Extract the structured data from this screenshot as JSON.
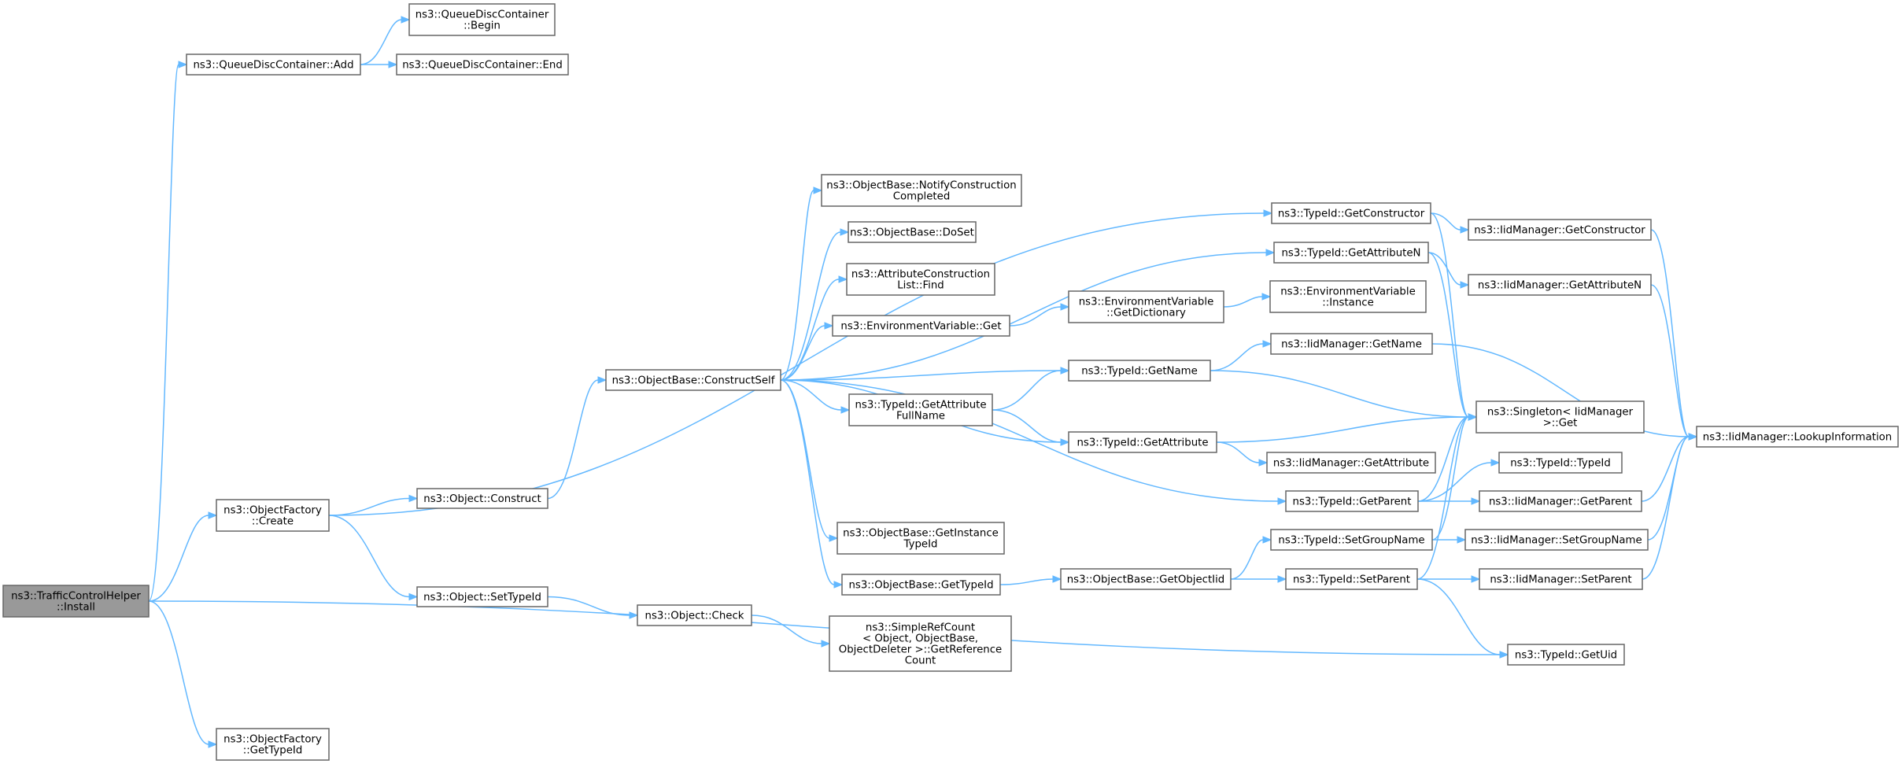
{
  "diagram": {
    "colors": {
      "edge": "#63b8ff",
      "node_border": "#666666",
      "node_fill": "#ffffff",
      "root_fill": "#999999"
    },
    "nodes": [
      {
        "id": "tch_install",
        "lines": [
          "ns3::TrafficControlHelper",
          "::Install"
        ],
        "root": true
      },
      {
        "id": "qdc_add",
        "lines": [
          "ns3::QueueDiscContainer::Add"
        ]
      },
      {
        "id": "qdc_begin",
        "lines": [
          "ns3::QueueDiscContainer",
          "::Begin"
        ]
      },
      {
        "id": "qdc_end",
        "lines": [
          "ns3::QueueDiscContainer::End"
        ]
      },
      {
        "id": "of_create",
        "lines": [
          "ns3::ObjectFactory",
          "::Create"
        ]
      },
      {
        "id": "of_gettypeid",
        "lines": [
          "ns3::ObjectFactory",
          "::GetTypeId"
        ]
      },
      {
        "id": "obj_construct",
        "lines": [
          "ns3::Object::Construct"
        ]
      },
      {
        "id": "obj_settypeid",
        "lines": [
          "ns3::Object::SetTypeId"
        ]
      },
      {
        "id": "obj_check",
        "lines": [
          "ns3::Object::Check"
        ]
      },
      {
        "id": "ob_constructself",
        "lines": [
          "ns3::ObjectBase::ConstructSelf"
        ]
      },
      {
        "id": "ob_notify",
        "lines": [
          "ns3::ObjectBase::NotifyConstruction",
          "Completed"
        ]
      },
      {
        "id": "ob_doset",
        "lines": [
          "ns3::ObjectBase::DoSet"
        ]
      },
      {
        "id": "acl_find",
        "lines": [
          "ns3::AttributeConstruction",
          "List::Find"
        ]
      },
      {
        "id": "ev_get",
        "lines": [
          "ns3::EnvironmentVariable::Get"
        ]
      },
      {
        "id": "ev_getdict",
        "lines": [
          "ns3::EnvironmentVariable",
          "::GetDictionary"
        ]
      },
      {
        "id": "ev_instance",
        "lines": [
          "ns3::EnvironmentVariable",
          "::Instance"
        ]
      },
      {
        "id": "tid_getattrfullname",
        "lines": [
          "ns3::TypeId::GetAttribute",
          "FullName"
        ]
      },
      {
        "id": "ob_getinstancetypeid",
        "lines": [
          "ns3::ObjectBase::GetInstance",
          "TypeId"
        ]
      },
      {
        "id": "ob_gettypeid",
        "lines": [
          "ns3::ObjectBase::GetTypeId"
        ]
      },
      {
        "id": "src_getrefcount",
        "lines": [
          "ns3::SimpleRefCount",
          "< Object, ObjectBase,",
          "ObjectDeleter >::GetReference",
          "Count"
        ]
      },
      {
        "id": "tid_getconstructor",
        "lines": [
          "ns3::TypeId::GetConstructor"
        ]
      },
      {
        "id": "tid_getattributen",
        "lines": [
          "ns3::TypeId::GetAttributeN"
        ]
      },
      {
        "id": "tid_getname",
        "lines": [
          "ns3::TypeId::GetName"
        ]
      },
      {
        "id": "tid_getattribute",
        "lines": [
          "ns3::TypeId::GetAttribute"
        ]
      },
      {
        "id": "ob_getobjectiid",
        "lines": [
          "ns3::ObjectBase::GetObjectIid"
        ]
      },
      {
        "id": "tid_getparent",
        "lines": [
          "ns3::TypeId::GetParent"
        ]
      },
      {
        "id": "tid_setgroupname",
        "lines": [
          "ns3::TypeId::SetGroupName"
        ]
      },
      {
        "id": "tid_setparent",
        "lines": [
          "ns3::TypeId::SetParent"
        ]
      },
      {
        "id": "iid_getconstructor",
        "lines": [
          "ns3::IidManager::GetConstructor"
        ]
      },
      {
        "id": "iid_getattributen",
        "lines": [
          "ns3::IidManager::GetAttributeN"
        ]
      },
      {
        "id": "iid_getname",
        "lines": [
          "ns3::IidManager::GetName"
        ]
      },
      {
        "id": "iid_getattribute",
        "lines": [
          "ns3::IidManager::GetAttribute"
        ]
      },
      {
        "id": "singleton_get",
        "lines": [
          "ns3::Singleton< IidManager",
          ">::Get"
        ]
      },
      {
        "id": "tid_typeid",
        "lines": [
          "ns3::TypeId::TypeId"
        ]
      },
      {
        "id": "iid_getparent",
        "lines": [
          "ns3::IidManager::GetParent"
        ]
      },
      {
        "id": "iid_setgroupname",
        "lines": [
          "ns3::IidManager::SetGroupName"
        ]
      },
      {
        "id": "iid_setparent",
        "lines": [
          "ns3::IidManager::SetParent"
        ]
      },
      {
        "id": "tid_getuid",
        "lines": [
          "ns3::TypeId::GetUid"
        ]
      },
      {
        "id": "iid_lookupinfo",
        "lines": [
          "ns3::IidManager::LookupInformation"
        ]
      }
    ],
    "edges": [
      [
        "tch_install",
        "qdc_add"
      ],
      [
        "tch_install",
        "of_create"
      ],
      [
        "tch_install",
        "of_gettypeid"
      ],
      [
        "tch_install",
        "tid_getuid"
      ],
      [
        "qdc_add",
        "qdc_begin"
      ],
      [
        "qdc_add",
        "qdc_end"
      ],
      [
        "of_create",
        "tid_getconstructor"
      ],
      [
        "of_create",
        "obj_construct"
      ],
      [
        "of_create",
        "obj_settypeid"
      ],
      [
        "obj_construct",
        "ob_constructself"
      ],
      [
        "obj_settypeid",
        "obj_check"
      ],
      [
        "obj_check",
        "src_getrefcount"
      ],
      [
        "ob_constructself",
        "ob_notify"
      ],
      [
        "ob_constructself",
        "ob_doset"
      ],
      [
        "ob_constructself",
        "acl_find"
      ],
      [
        "ob_constructself",
        "ev_get"
      ],
      [
        "ob_constructself",
        "tid_getname"
      ],
      [
        "ob_constructself",
        "tid_getattrfullname"
      ],
      [
        "ob_constructself",
        "tid_getattribute"
      ],
      [
        "ob_constructself",
        "tid_getparent"
      ],
      [
        "ob_constructself",
        "ob_getinstancetypeid"
      ],
      [
        "ob_constructself",
        "ob_gettypeid"
      ],
      [
        "ob_constructself",
        "tid_getattributen"
      ],
      [
        "ev_get",
        "ev_getdict"
      ],
      [
        "ev_getdict",
        "ev_instance"
      ],
      [
        "tid_getattrfullname",
        "tid_getname"
      ],
      [
        "tid_getattrfullname",
        "tid_getattribute"
      ],
      [
        "ob_gettypeid",
        "ob_getobjectiid"
      ],
      [
        "ob_getobjectiid",
        "tid_setgroupname"
      ],
      [
        "ob_getobjectiid",
        "tid_setparent"
      ],
      [
        "tid_getconstructor",
        "iid_getconstructor"
      ],
      [
        "tid_getconstructor",
        "singleton_get"
      ],
      [
        "tid_getattributen",
        "iid_getattributen"
      ],
      [
        "tid_getattributen",
        "singleton_get"
      ],
      [
        "tid_getname",
        "iid_getname"
      ],
      [
        "tid_getname",
        "singleton_get"
      ],
      [
        "tid_getattribute",
        "iid_getattribute"
      ],
      [
        "tid_getattribute",
        "singleton_get"
      ],
      [
        "tid_getparent",
        "tid_typeid"
      ],
      [
        "tid_getparent",
        "iid_getparent"
      ],
      [
        "tid_getparent",
        "singleton_get"
      ],
      [
        "tid_setgroupname",
        "iid_setgroupname"
      ],
      [
        "tid_setgroupname",
        "singleton_get"
      ],
      [
        "tid_setparent",
        "iid_setparent"
      ],
      [
        "tid_setparent",
        "tid_getuid"
      ],
      [
        "tid_setparent",
        "singleton_get"
      ],
      [
        "iid_getconstructor",
        "iid_lookupinfo"
      ],
      [
        "iid_getattributen",
        "iid_lookupinfo"
      ],
      [
        "iid_getname",
        "iid_lookupinfo"
      ],
      [
        "iid_getparent",
        "iid_lookupinfo"
      ],
      [
        "iid_setgroupname",
        "iid_lookupinfo"
      ],
      [
        "iid_setparent",
        "iid_lookupinfo"
      ]
    ]
  }
}
